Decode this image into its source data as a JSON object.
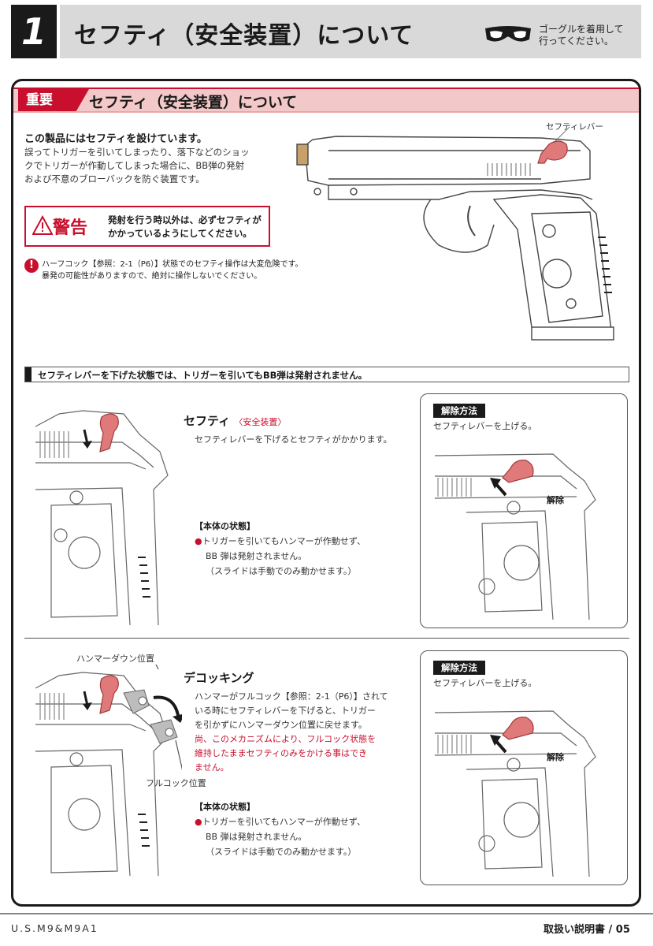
{
  "header": {
    "section_number": "1",
    "title": "セフティ（安全装置）について",
    "goggle_notice": [
      "ゴーグルを着用して",
      "行ってください。"
    ]
  },
  "important": {
    "tag": "重要",
    "title": "セフティ（安全装置）について",
    "lead": "この製品にはセフティを設けています。",
    "body": "誤ってトリガーを引いてしまったり、落下などのショックでトリガーが作動してしまった場合に、BB弾の発射および不意のブローバックを防ぐ装置です。",
    "warning_label": "警告",
    "warning_text": "発射を行う時以外は、必ずセフティがかかっているようにしてください。",
    "caution_line1": "ハーフコック【参照：2-1（P6）】状態でのセフティ操作は大変危険です。",
    "caution_line2": "暴発の可能性がありますので、絶対に操作しないでください。",
    "lever_label": "セフティレバー"
  },
  "rule": "セフティレバーを下げた状態では、トリガーを引いてもBB弾は発射されません。",
  "safety": {
    "title": "セフティ",
    "subtitle": "〈安全装置〉",
    "body": "セフティレバーを下げるとセフティがかかります。",
    "state_heading": "【本体の状態】",
    "state_lines": [
      "トリガーを引いてもハンマーが作動せず、",
      "BB 弾は発射されません。",
      "（スライドは手動でのみ動かせます。）"
    ],
    "release_tag": "解除方法",
    "release_text": "セフティレバーを上げる。",
    "release_label": "解除"
  },
  "decocking": {
    "title": "デコッキング",
    "body_lines": [
      "ハンマーがフルコック【参照：2-1（P6）】されて",
      "いる時にセフティレバーを下げると、トリガー",
      "を引かずにハンマーダウン位置に戻せます。"
    ],
    "red_lines": [
      "尚、このメカニズムにより、フルコック状態を",
      "維持したままセフティのみをかける事はでき",
      "ません。"
    ],
    "hammer_down_label": "ハンマーダウン位置",
    "full_cock_label": "フルコック位置",
    "state_heading": "【本体の状態】",
    "state_lines": [
      "トリガーを引いてもハンマーが作動せず、",
      "BB 弾は発射されません。",
      "（スライドは手動でのみ動かせます。）"
    ],
    "release_tag": "解除方法",
    "release_text": "セフティレバーを上げる。",
    "release_label": "解除"
  },
  "footer": {
    "model": "U.S.M9&M9A1",
    "page": "取扱い説明書 / 05"
  },
  "colors": {
    "accent": "#c8102e",
    "lever": "#e07a7a",
    "header_bar": "#d9d9d9"
  }
}
